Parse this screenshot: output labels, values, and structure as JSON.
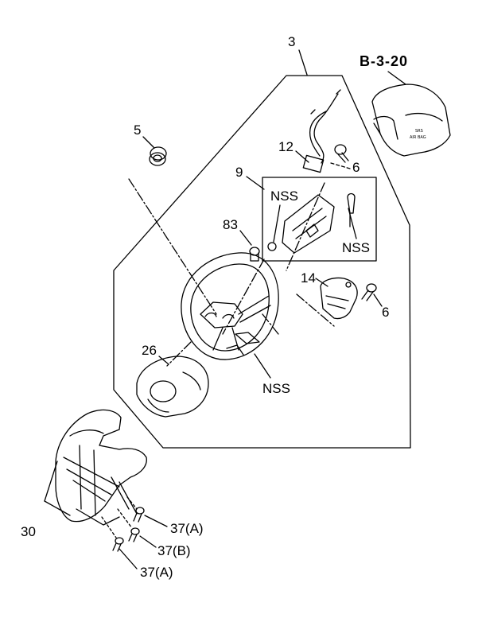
{
  "labels": {
    "p3": "3",
    "ref": "B-3-20",
    "p5": "5",
    "p12": "12",
    "p6a": "6",
    "p9": "9",
    "nss1": "NSS",
    "p83": "83",
    "nss2": "NSS",
    "p14": "14",
    "p6b": "6",
    "p26": "26",
    "nss3": "NSS",
    "p30": "30",
    "p37a1": "37(A)",
    "p37b": "37(B)",
    "p37a2": "37(A)"
  },
  "cover_text": [
    "SRS",
    "AIR BAG"
  ]
}
